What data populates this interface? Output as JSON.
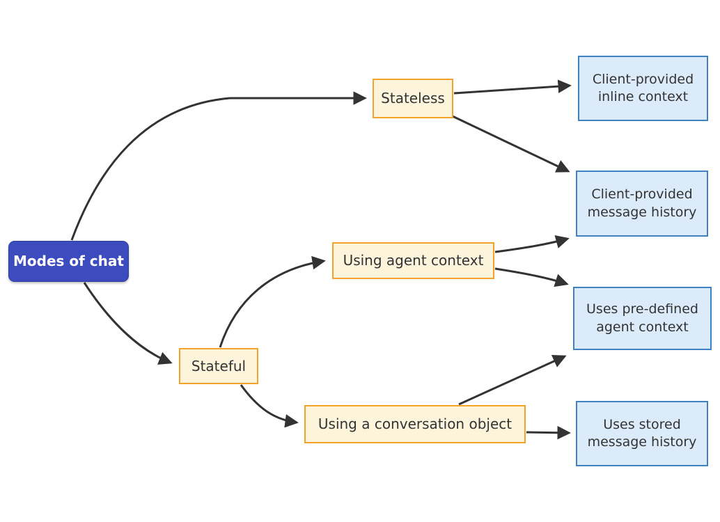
{
  "diagram": {
    "type": "flowchart",
    "direction": "left-to-right",
    "root_label": "Modes of chat",
    "nodes": [
      {
        "id": "modes",
        "label": "Modes of chat",
        "role": "root"
      },
      {
        "id": "stateless",
        "label": "Stateless",
        "role": "branch"
      },
      {
        "id": "stateful",
        "label": "Stateful",
        "role": "branch"
      },
      {
        "id": "agentctx",
        "label": "Using agent context",
        "role": "branch"
      },
      {
        "id": "convobj",
        "label": "Using a conversation object",
        "role": "branch"
      },
      {
        "id": "inlinectx",
        "label": "Client-provided inline context",
        "role": "leaf"
      },
      {
        "id": "msghistory",
        "label": "Client-provided message history",
        "role": "leaf"
      },
      {
        "id": "predefined",
        "label": "Uses pre-defined agent context",
        "role": "leaf"
      },
      {
        "id": "storedhist",
        "label": "Uses stored message history",
        "role": "leaf"
      }
    ],
    "edges": [
      {
        "from": "modes",
        "to": "stateless"
      },
      {
        "from": "modes",
        "to": "stateful"
      },
      {
        "from": "stateless",
        "to": "inlinectx"
      },
      {
        "from": "stateless",
        "to": "msghistory"
      },
      {
        "from": "stateful",
        "to": "agentctx"
      },
      {
        "from": "stateful",
        "to": "convobj"
      },
      {
        "from": "agentctx",
        "to": "msghistory"
      },
      {
        "from": "agentctx",
        "to": "predefined"
      },
      {
        "from": "convobj",
        "to": "predefined"
      },
      {
        "from": "convobj",
        "to": "storedhist"
      }
    ],
    "colors": {
      "background": "#ffffff",
      "edge_stroke": "#333333",
      "root_fill": "#3c4cbf",
      "root_border": "#2f3d9e",
      "root_text": "#ffffff",
      "branch_fill": "#fcf5dc",
      "branch_border": "#f4a229",
      "leaf_fill": "#dcebfa",
      "leaf_border": "#3f81c1",
      "node_text": "#333333"
    }
  }
}
